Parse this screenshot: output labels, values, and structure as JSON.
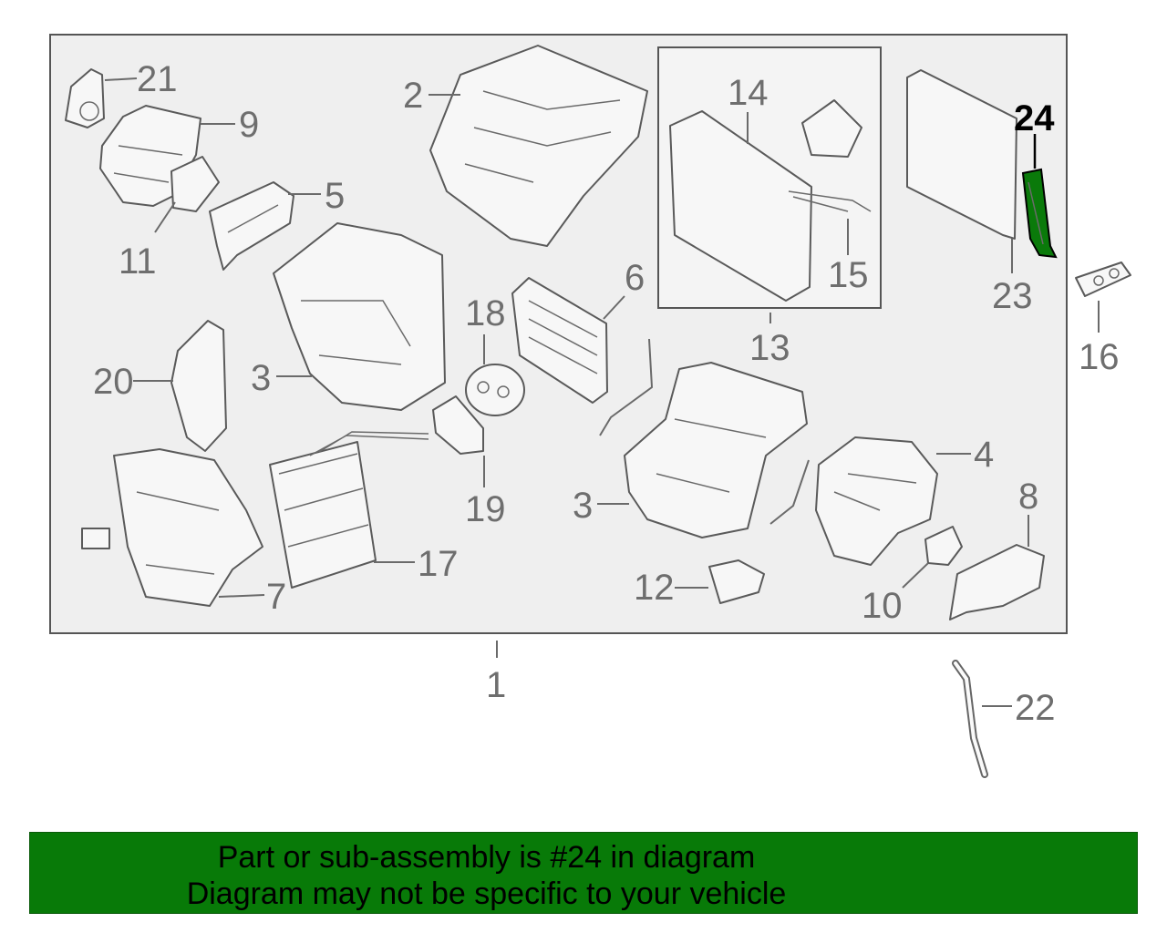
{
  "diagram": {
    "highlight_color": "#0a7a0a",
    "callouts": {
      "c1": "1",
      "c2": "2",
      "c3a": "3",
      "c3b": "3",
      "c4": "4",
      "c5": "5",
      "c6": "6",
      "c7": "7",
      "c8": "8",
      "c9": "9",
      "c10": "10",
      "c11": "11",
      "c12": "12",
      "c13": "13",
      "c14": "14",
      "c15": "15",
      "c16": "16",
      "c17": "17",
      "c18": "18",
      "c19": "19",
      "c20": "20",
      "c21": "21",
      "c22": "22",
      "c23": "23",
      "c24": "24"
    }
  },
  "banner": {
    "background": "#087a08",
    "line1": "Part or sub-assembly is #24 in diagram",
    "line2": "Diagram may not be specific to your vehicle"
  }
}
